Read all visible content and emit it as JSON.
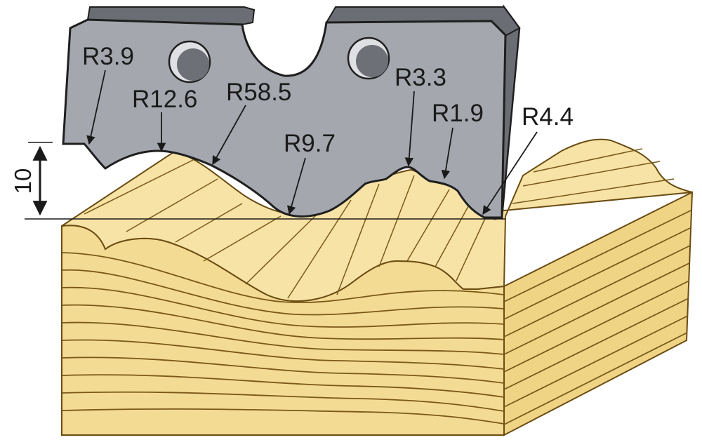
{
  "diagram": {
    "labels": {
      "r3_9": "R3.9",
      "r12_6": "R12.6",
      "r58_5": "R58.5",
      "r9_7": "R9.7",
      "r3_3": "R3.3",
      "r1_9": "R1.9",
      "r4_4": "R4.4"
    },
    "dimension": "10",
    "colors": {
      "blade_face": "#a4a7ae",
      "blade_bevel": "#6a6d73",
      "blade_outline": "#1f1f1f",
      "hole_inner": "#6d7076",
      "wood_top": "#f7e3a6",
      "wood_front": "#f4db94",
      "wood_side": "#f0d486",
      "grain": "#7a5818"
    }
  }
}
